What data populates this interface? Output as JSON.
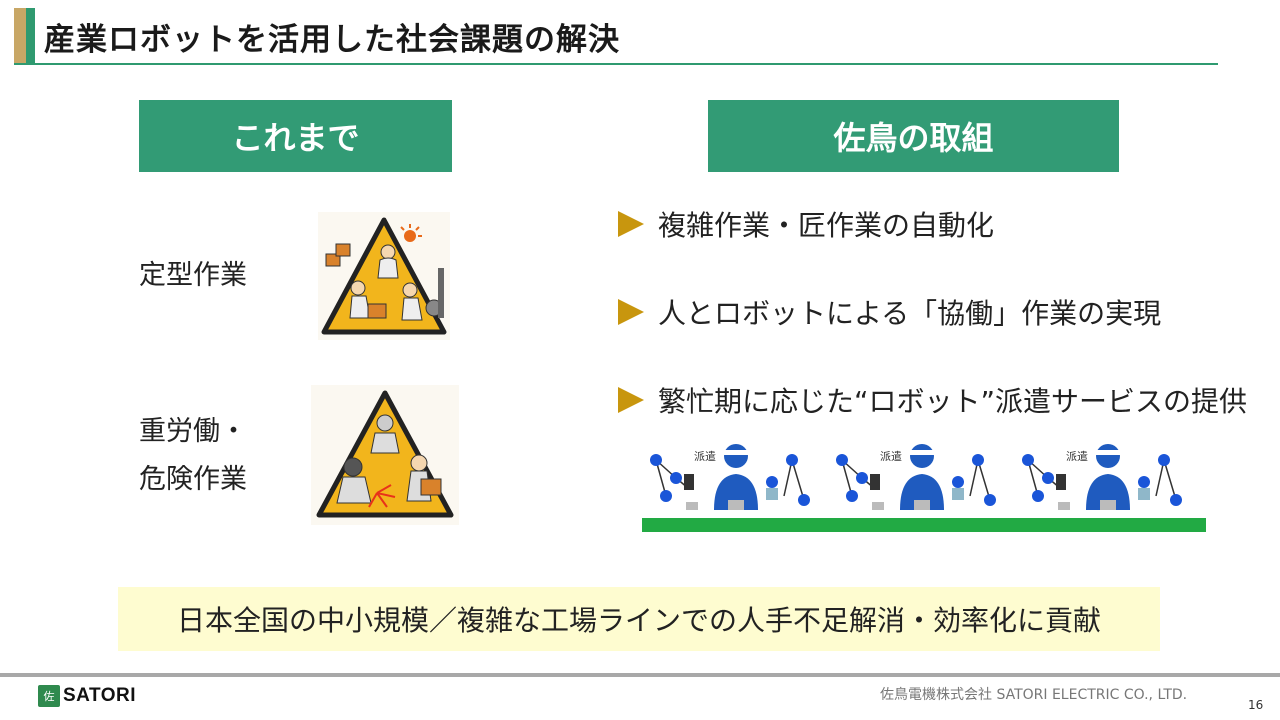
{
  "slide": {
    "title": "産業ロボットを活用した社会課題の解決",
    "left_header": "これまで",
    "right_header": "佐鳥の取組",
    "left_items": [
      {
        "label": "定型作業"
      },
      {
        "label_line1": "重労働・",
        "label_line2": "危険作業"
      }
    ],
    "bullets": [
      "複雑作業・匠作業の自動化",
      "人とロボットによる「協働」作業の実現",
      "繁忙期に応じた“ロボット”派遣サービスの提供"
    ],
    "robot_tags": [
      "派遣",
      "派遣",
      "派遣"
    ],
    "banner": "日本全国の中小規模／複雑な工場ラインでの人手不足解消・効率化に貢献",
    "footer_company": "佐鳥電機株式会社  SATORI ELECTRIC CO., LTD.",
    "page_number": "16",
    "logo_text": "SATORI",
    "logo_mark": "佐"
  },
  "colors": {
    "accent_green": "#329b75",
    "accent_gold": "#c8a766",
    "bullet_triangle": "#c8960e",
    "banner_bg": "#fefcd0",
    "robot_blue": "#1f5bbf",
    "line_green": "#22aa44"
  },
  "icons": [
    "caution-triangle-worker-icon",
    "caution-triangle-welder-icon",
    "robot-arm-icon",
    "worker-icon"
  ]
}
